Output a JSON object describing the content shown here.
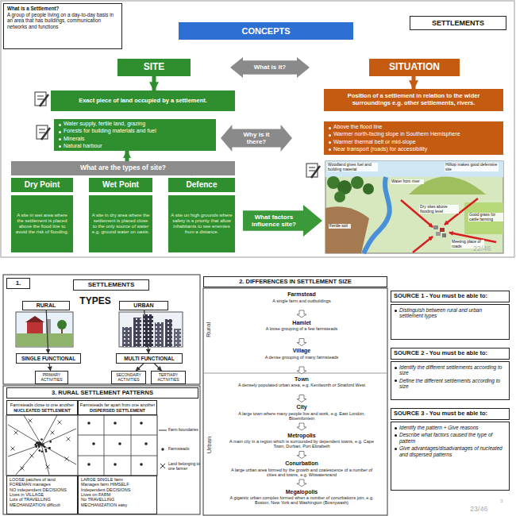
{
  "diagram": {
    "nodes": [
      {
        "text": [
          "What is a Settlement?",
          "A group of people living on a day-to-day basis in an area that has buildings, communication networks and functions"
        ]
      },
      {
        "text": [
          "SETTLEMENTS"
        ]
      },
      {
        "text": [
          "CONCEPTS"
        ]
      },
      {
        "text": [
          "SITE"
        ]
      },
      {
        "text": [
          "What is it?"
        ]
      },
      {
        "text": [
          "SITUATION"
        ]
      },
      {
        "text": [
          "Exact piece of land occupied by a settlement."
        ]
      },
      {
        "text": [
          "Position of a settlement in relation to the wider surroundings e.g. other settlements, rivers."
        ]
      },
      {
        "text": [
          "Water supply, fertile land, grazing",
          "Forests for building materials and fuel",
          "Minerals",
          "Natural harbour"
        ]
      },
      {
        "text": [
          "Why is it there?"
        ]
      },
      {
        "text": [
          "Above the flood line",
          "Warmer north-facing slope in Southern Hemisphere",
          "Warmer thermal belt or mid-slope",
          "Near transport (roads) for accessibility"
        ]
      },
      {
        "text": [
          "What are the types of site?"
        ]
      },
      {
        "text": [
          "Dry Point",
          "A site in wet area where the settlement is placed above the flood line to avoid the risk of flooding."
        ]
      },
      {
        "text": [
          "Wet Point",
          "A site in dry area where the settlement is placed close to the only source of water e.g. ground water on oasis."
        ]
      },
      {
        "text": [
          "Defence",
          "A site on high grounds where safety is a priority that allow inhabitants to see enemies from a distance."
        ]
      },
      {
        "text": [
          "What factors influence site?"
        ]
      },
      {
        "text": [
          "1."
        ]
      },
      {
        "text": [
          "SETTLEMENTS"
        ]
      },
      {
        "text": [
          "RURAL"
        ]
      },
      {
        "text": [
          "URBAN"
        ]
      },
      {
        "text": [
          "SINGLE FUNCTIONAL"
        ]
      },
      {
        "text": [
          "MULTI FUNCTIONAL"
        ]
      },
      {
        "text": [
          "PRIMARY ACTIVITIES"
        ]
      },
      {
        "text": [
          "SECONDARY ACTIVITIES"
        ]
      },
      {
        "text": [
          "TERTIARY ACTIVITIES"
        ]
      },
      {
        "text": [
          "3. RURAL SETTLEMENT PATTERNS"
        ]
      },
      {
        "text": [
          "Farmsteads close to one another",
          "NUCLEATED SETTLEMENT"
        ]
      },
      {
        "text": [
          "Farmsteads far apart from one another",
          "DISPERSED SETTLEMENT"
        ]
      },
      {
        "text": [
          "LOOSE patches of land",
          "FOREMAN manages",
          "NO independent DECISIONS",
          "Lives in VILLAGE",
          "Lots of TRAVELLING",
          "MECHANIZATION difficult"
        ]
      },
      {
        "text": [
          "LARGE SINGLE farm",
          "Manages farm HIMSELF",
          "Independent DECISIONS",
          "Lives on FARM",
          "No TRAVELLING",
          "MECHANIZATION easy"
        ]
      },
      {
        "text": [
          "2. DIFFERENCES IN SETTLEMENT SIZE"
        ]
      },
      {
        "text": [
          "SOURCE 1 - You must be able to:",
          "Distinguish between rural and urban settlement types"
        ]
      },
      {
        "text": [
          "SOURCE 2 - You must be able to:",
          "Identify the different settlements according to size",
          "Define the different settlements according to size"
        ]
      },
      {
        "text": [
          "SOURCE 3 - You must be able to:",
          "Identify the pattern + Give reasons",
          "Describe what factors caused the type of pattern",
          "Give advantages/disadvantages of nucleated and dispersed patterns"
        ]
      }
    ],
    "edges": [
      {
        "from": 3,
        "to": 6,
        "arrow": "to"
      },
      {
        "from": 5,
        "to": 7,
        "arrow": "to"
      },
      {
        "from": 11,
        "to": 8,
        "arrow": "to"
      },
      {
        "from": 18,
        "to": 20,
        "arrow": "to"
      },
      {
        "from": 19,
        "to": 21,
        "arrow": "to"
      },
      {
        "from": 20,
        "to": 22,
        "arrow": "to"
      },
      {
        "from": 21,
        "to": 23,
        "arrow": "to"
      },
      {
        "from": 21,
        "to": 24,
        "arrow": "to"
      }
    ],
    "labels": [
      "TYPES",
      "Rural",
      "Urban",
      "Farmstead",
      "A single farm and outbuildings",
      "Hamlet",
      "A loose grouping of a few farmsteads",
      "Village",
      "A dense grouping of many farmsteads",
      "Town",
      "A densely populated urban area, e.g. Kenilworth or Stratford West",
      "City",
      "A large town where many people live and work, e.g. East London, Bloemfontein",
      "Metropolis",
      "A main city in a region which is surrounded by dependent towns, e.g. Cape Town, Durban, Port Elizabeth",
      "Conurbation",
      "A large urban area formed by the growth and coalescence of a number of cities and towns, e.g. Witwatersrand",
      "Megalopolis",
      "A gigantic urban complex formed when a number of conurbations join, e.g. Boston, New York and Washington (Bosnywash)",
      "Woodland gives fuel and building material",
      "Hilltop makes good defensive site",
      "Water from river",
      "Dry sites above flooding level",
      "Fertile soil",
      "Good grass for cattle farming",
      "Meeting place of roads",
      "22/46",
      "23/46",
      "3"
    ],
    "legend": [
      {
        "text": "Farm boundaries"
      },
      {
        "text": "Farmsteads"
      },
      {
        "text": "Land belonging to one farmer"
      }
    ]
  }
}
